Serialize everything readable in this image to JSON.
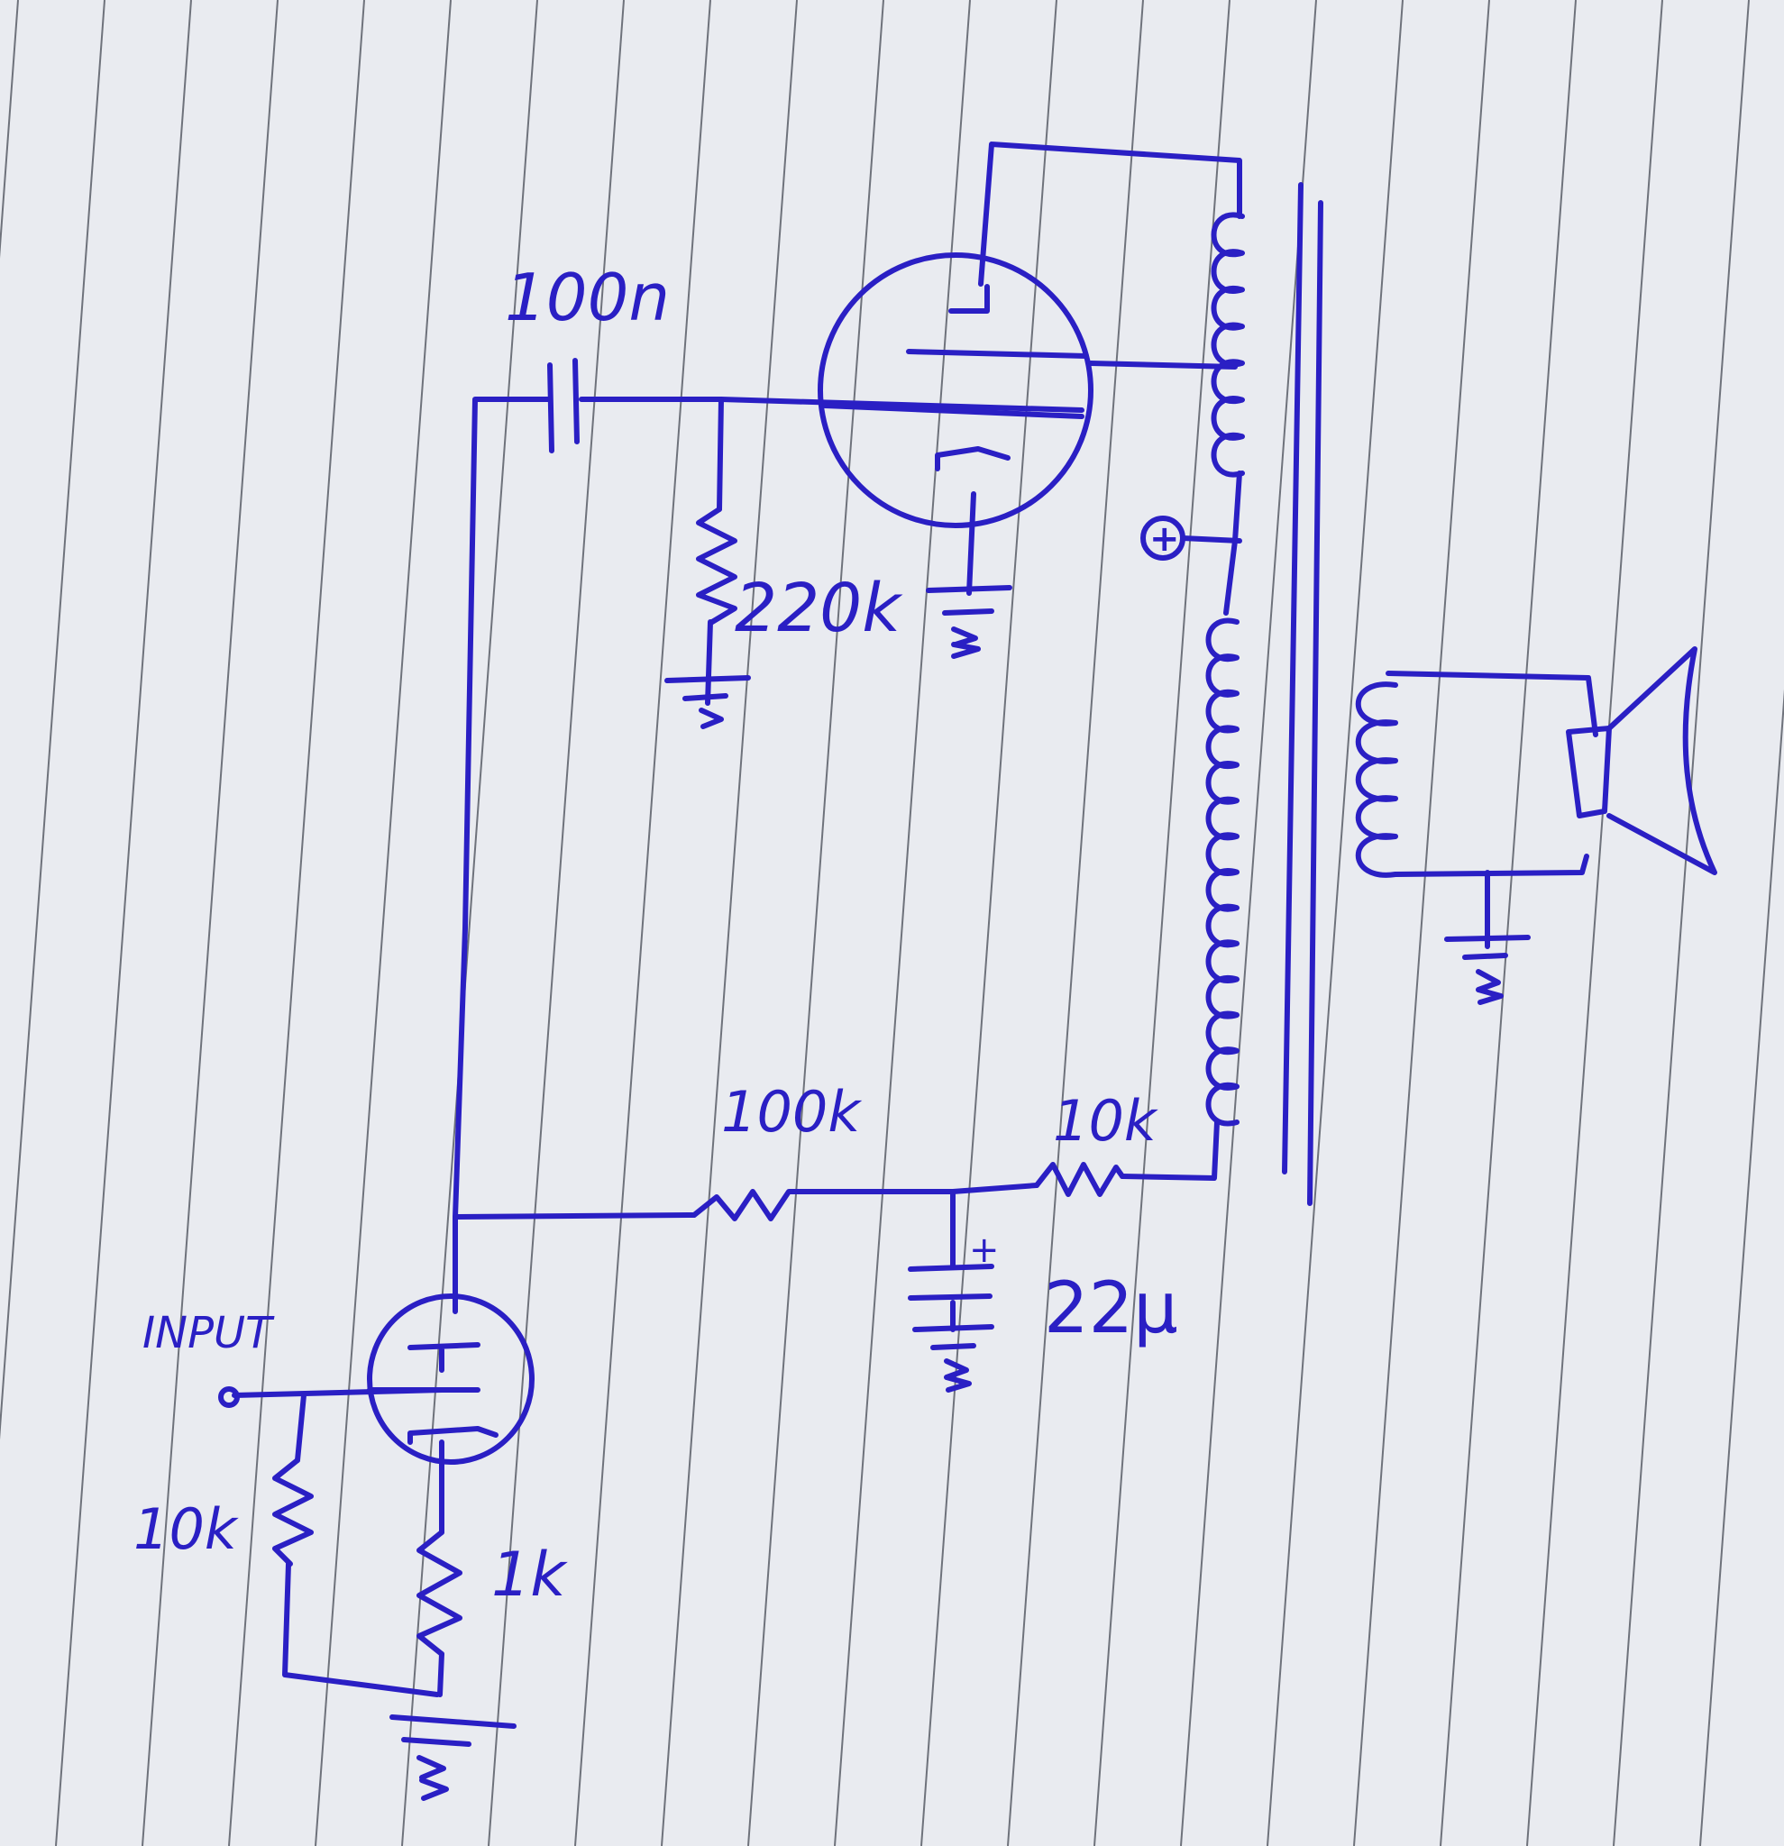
{
  "colors": {
    "paper": "#e9ebf0",
    "rule_line": "#3b3f4a",
    "ink": "#2a1fc4"
  },
  "components": {
    "coupling_cap_label": "100n",
    "grid_resistor_label": "220k",
    "plate_resistor_label": "100k",
    "filter_resistor_label": "10k",
    "filter_cap_label": "22µ",
    "filter_cap_polarity": "+",
    "input_label": "INPUT",
    "input_resistor_label": "10k",
    "cathode_resistor_label": "1k",
    "supply_marker": "+"
  },
  "icons": {
    "input_tube": "triode-icon",
    "output_tube": "triode-icon",
    "transformer": "output-transformer-icon",
    "speaker": "loudspeaker-icon",
    "ground": "ground-icon"
  }
}
